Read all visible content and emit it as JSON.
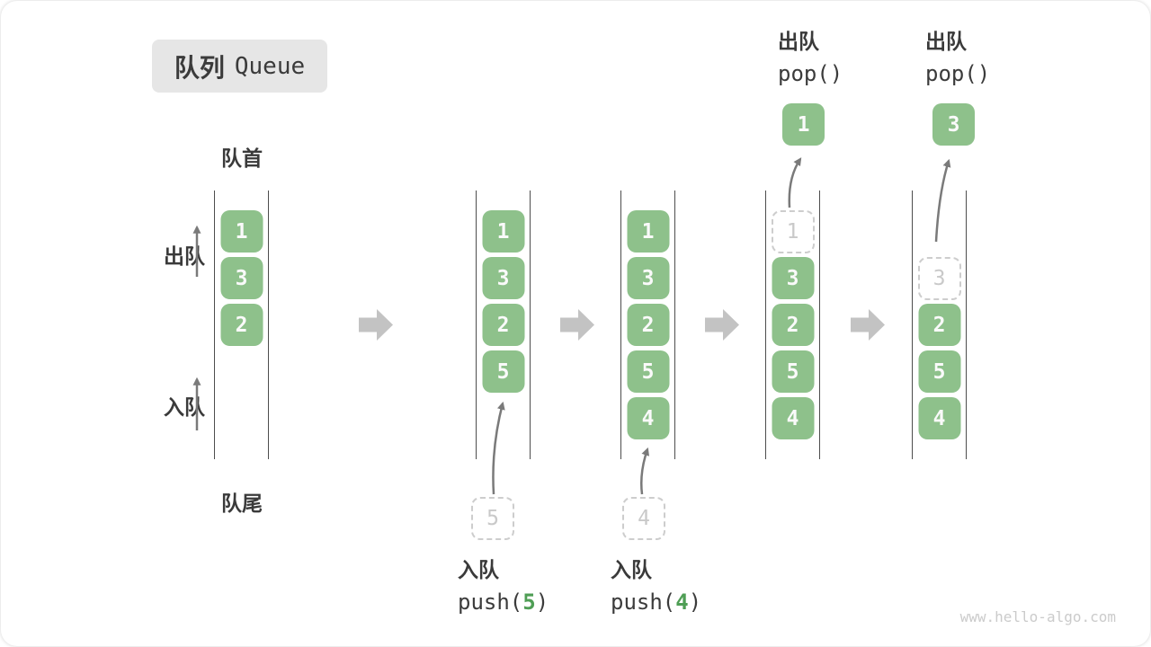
{
  "title": {
    "zh": "队列",
    "en": "Queue"
  },
  "labels": {
    "front": "队首",
    "rear": "队尾",
    "dequeue": "出队",
    "enqueue": "入队"
  },
  "stages": [
    {
      "cells": [
        "1",
        "3",
        "2"
      ]
    },
    {
      "cells": [
        "1",
        "3",
        "2",
        "5"
      ]
    },
    {
      "cells": [
        "1",
        "3",
        "2",
        "5",
        "4"
      ]
    },
    {
      "cells": [
        "3",
        "2",
        "5",
        "4"
      ],
      "ghost": "1"
    },
    {
      "cells": [
        "2",
        "5",
        "4"
      ],
      "ghost": "3"
    }
  ],
  "incoming": {
    "stage2": "5",
    "stage3": "4"
  },
  "popped": {
    "stage4": "1",
    "stage5": "3"
  },
  "annotations": {
    "push5": {
      "op": "入队",
      "code_prefix": "push(",
      "arg": "5",
      "code_suffix": ")"
    },
    "push4": {
      "op": "入队",
      "code_prefix": "push(",
      "arg": "4",
      "code_suffix": ")"
    },
    "pop1": {
      "op": "出队",
      "code": "pop()"
    },
    "pop3": {
      "op": "出队",
      "code": "pop()"
    }
  },
  "watermark": "www.hello-algo.com",
  "colors": {
    "cell_green": "#8ec18b",
    "code_arg_green": "#4f9e55",
    "block_arrow_gray": "#c3c3c3",
    "thin_arrow_gray": "#7a7a7a",
    "column_line": "#4d4d4d",
    "ghost_gray": "#cdcdcd",
    "title_bg": "#e6e6e6",
    "text_dark": "#3b3b3b",
    "watermark_gray": "#cbcbcb"
  },
  "icons": {
    "stage_transition": "right-block-arrow-icon",
    "dequeue_direction": "up-arrow-icon",
    "enqueue_direction": "up-arrow-icon",
    "movement": "curved-arrow-icon"
  }
}
